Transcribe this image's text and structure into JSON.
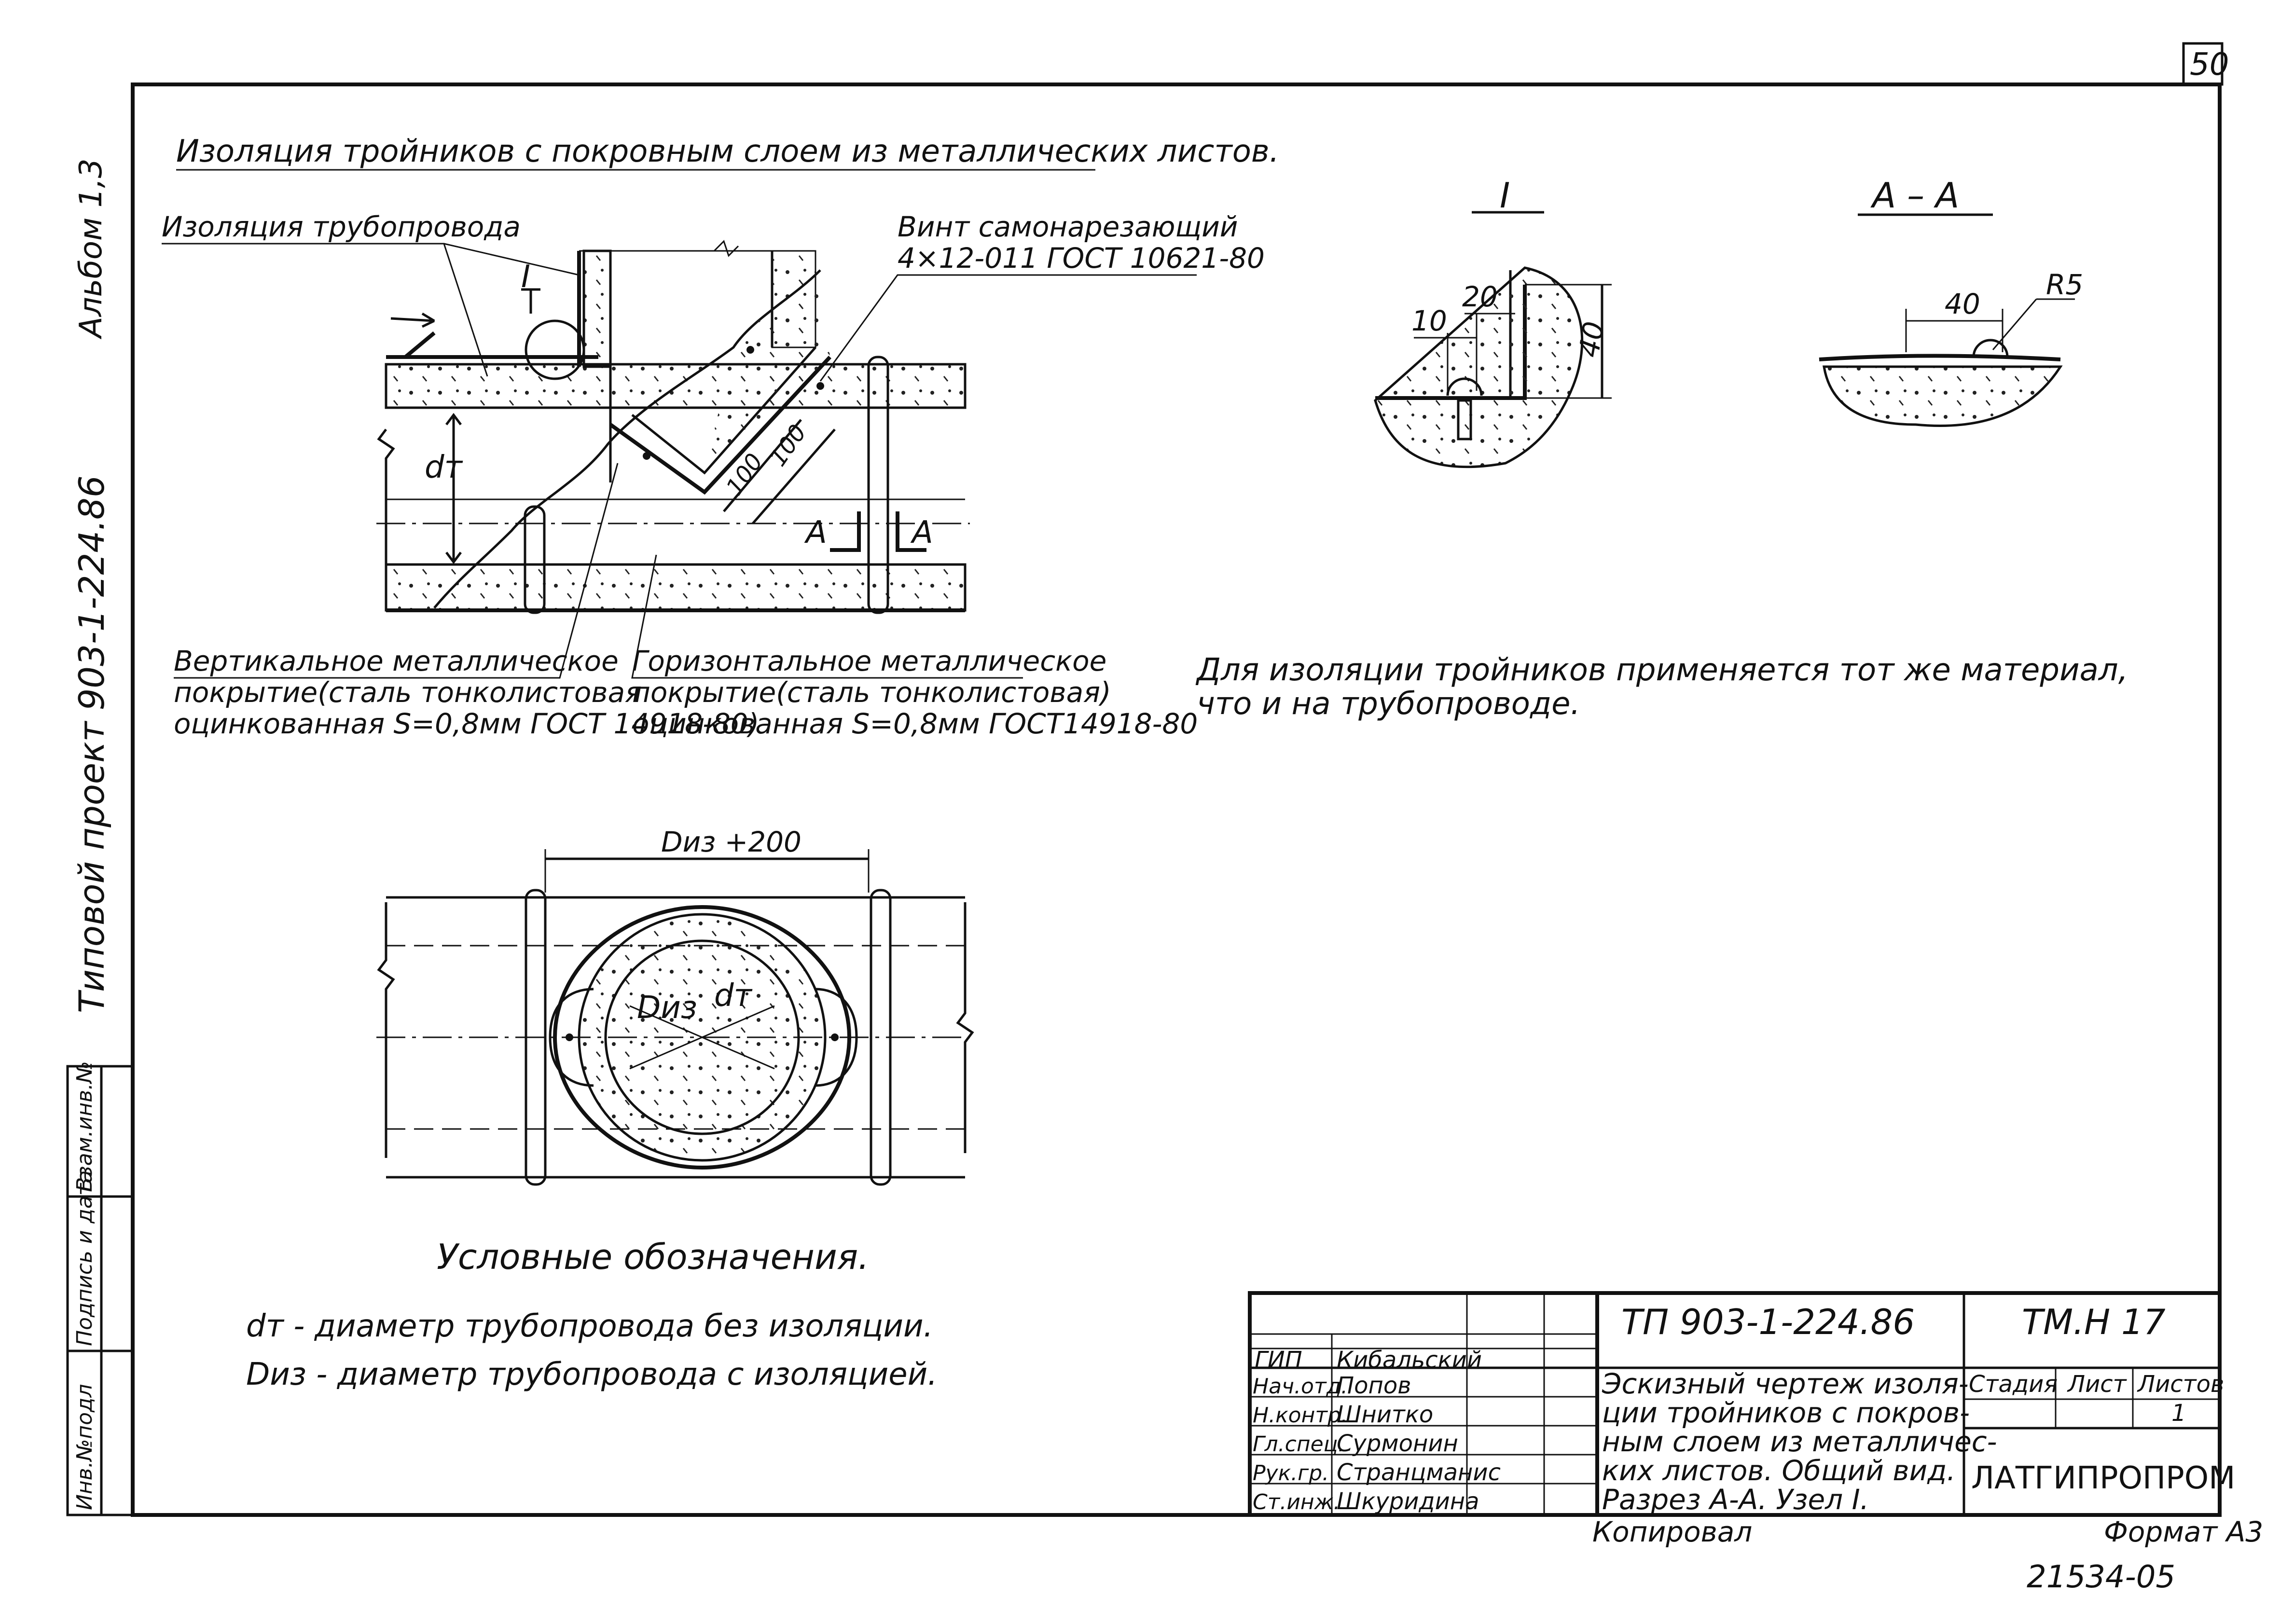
{
  "sheet": {
    "page_number": "50",
    "margin_album": "Альбом 1,3",
    "margin_project": "Типовой проект 903-1-224.86",
    "side_stamp": [
      "Инв.№подл",
      "Подпись и дата",
      "Взам.инв.№"
    ]
  },
  "main_view": {
    "heading": "Изоляция тройников с покровным слоем из металлических листов.",
    "label_pipe_insulation": "Изоляция трубопровода",
    "label_screw_line1": "Винт самонарезающий",
    "label_screw_line2": "4×12-011 ГОСТ 10621-80",
    "label_vertical_line1": "Вертикальное металлическое",
    "label_vertical_line2": "покрытие(сталь тонколистовая",
    "label_vertical_line3": "оцинкованная S=0,8мм ГОСТ 14918-80)",
    "label_horizontal_line1": "Горизонтальное металлическое",
    "label_horizontal_line2": "покрытие(сталь тонколистовая)",
    "label_horizontal_line3": "оцинкованная S=0,8мм ГОСТ14918-80",
    "dim_dt": "dт",
    "dim_100a": "100",
    "dim_100b": "100",
    "section_mark_left": "А",
    "section_mark_right": "А",
    "node_mark": "I"
  },
  "detail_I": {
    "title": "I",
    "dim_10": "10",
    "dim_20": "20",
    "dim_40": "40"
  },
  "section_AA": {
    "title": "А – А",
    "dim_40": "40",
    "dim_r5": "R5"
  },
  "note": {
    "line1": "Для изоляции тройников применяется тот же материал,",
    "line2": "что и на трубопроводе."
  },
  "plan_view": {
    "dim_top": "Dиз +200",
    "label_diz": "Dиз",
    "label_dt": "dт"
  },
  "legend": {
    "title": "Условные обозначения.",
    "line1": "dт - диаметр трубопровода без изоляции.",
    "line2": "Dиз - диаметр трубопровода с изоляцией."
  },
  "title_block": {
    "doc_code": "ТП 903-1-224.86",
    "sheet_code": "ТМ.Н 17",
    "roles": [
      {
        "role": "ГИП",
        "name": "Кибальский"
      },
      {
        "role": "Нач.отд.",
        "name": "Попов"
      },
      {
        "role": "Н.контр.",
        "name": "Шнитко"
      },
      {
        "role": "Гл.спец.",
        "name": "Сурмонин"
      },
      {
        "role": "Рук.гр.",
        "name": "Странцманис"
      },
      {
        "role": "Ст.инж.",
        "name": "Шкуридина"
      }
    ],
    "description_lines": [
      "Эскизный чертеж изоля-",
      "ции тройников с покров-",
      "ным слоем из металличес-",
      "ких листов. Общий вид.",
      "Разрез А-А. Узел I."
    ],
    "col_stage": "Стадия",
    "col_sheet": "Лист",
    "col_sheets": "Листов",
    "sheets_value": "1",
    "organization": "ЛАТГИПРОПРОМ",
    "copied": "Копировал",
    "format": "Формат А3",
    "archive_number": "21534-05"
  }
}
